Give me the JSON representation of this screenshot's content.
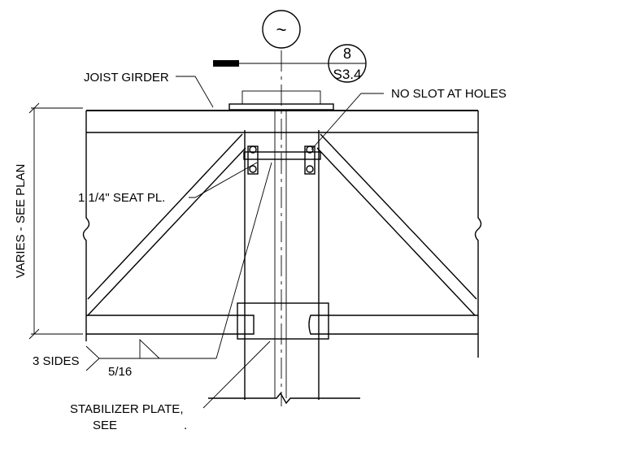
{
  "title": "",
  "labels": {
    "section_symbol": "~",
    "detail_number": "8",
    "detail_sheet": "S3.4",
    "joist_girder": "JOIST GIRDER",
    "no_slot": "NO SLOT AT HOLES",
    "seat_plate": "1 1/4\" SEAT PL.",
    "dimension": "VARIES - SEE PLAN",
    "weld_sides": "3 SIDES",
    "weld_size": "5/16",
    "stabilizer_line1": "STABILIZER PLATE,",
    "stabilizer_line2": "SEE",
    "stabilizer_period": "."
  }
}
